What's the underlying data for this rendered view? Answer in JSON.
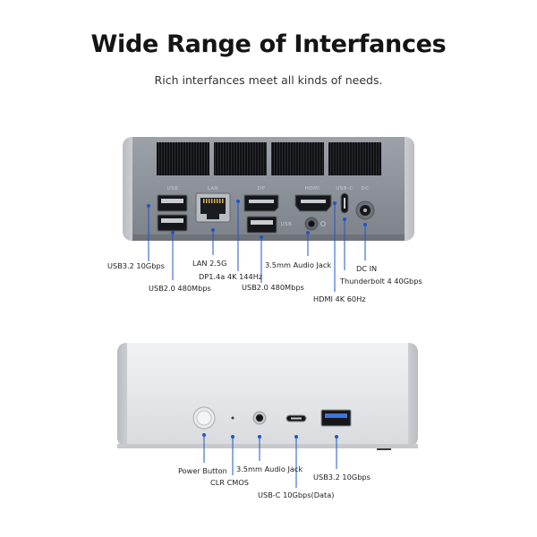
{
  "title": "Wide Range of Interfances",
  "subtitle": "Rich interfances meet all kinds of needs.",
  "rear_panel": {
    "port_labels": {
      "usb": "USB",
      "lan": "LAN",
      "dp": "DP",
      "hdmi": "HDMI",
      "usbc": "USB-C",
      "dc": "DC",
      "usb2": "USB"
    },
    "callouts": {
      "usb32": "USB3.2 10Gbps",
      "usb20_a": "USB2.0 480Mbps",
      "lan": "LAN 2.5G",
      "dp": "DP1.4a 4K 144Hz",
      "usb20_b": "USB2.0 480Mbps",
      "audio": "3.5mm Audio Jack",
      "hdmi": "HDMI 4K 60Hz",
      "thunderbolt": "Thunderbolt 4 40Gbps",
      "dcin": "DC IN"
    }
  },
  "front_panel": {
    "callouts": {
      "power": "Power Button",
      "clr": "CLR CMOS",
      "audio": "3.5mm Audio Jack",
      "usbc": "USB-C 10Gbps(Data)",
      "usb32": "USB3.2 10Gbps"
    }
  },
  "colors": {
    "accent": "#1e56c8",
    "rear_body": "#8e9299",
    "front_body": "#e6e7ea"
  }
}
